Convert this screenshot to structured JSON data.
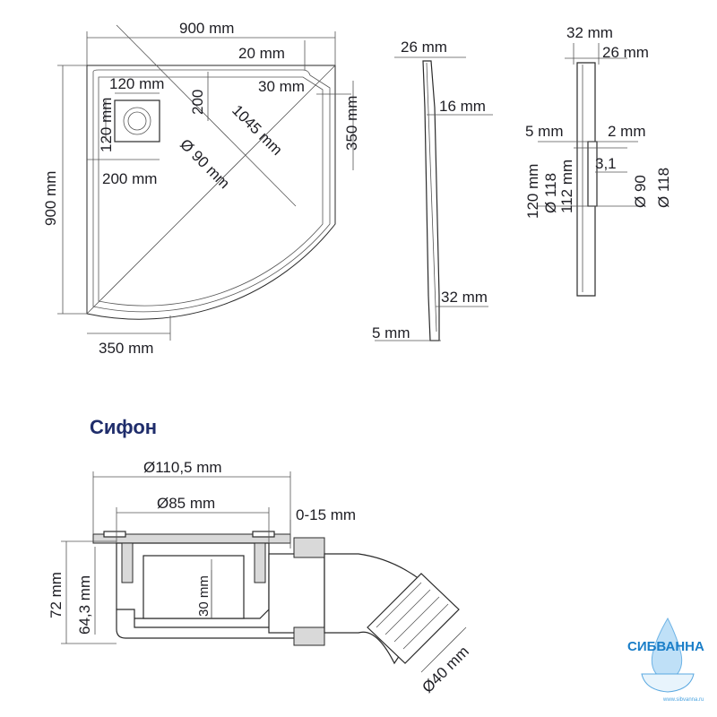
{
  "top_view": {
    "width": "900 mm",
    "height": "900 mm",
    "rim": "20 mm",
    "inner_rim": "30 mm",
    "straight_right": "350 mm",
    "straight_bottom": "350 mm",
    "diagonal": "1045 mm",
    "drain_box_w": "120 mm",
    "drain_box_h": "120 mm",
    "drain_offset_x": "200 mm",
    "drain_offset_y": "200",
    "drain_diameter": "Ø 90 mm"
  },
  "side_view": {
    "top_thickness": "26 mm",
    "plate": "16 mm",
    "bottom_height": "32 mm",
    "bottom_lip": "5 mm"
  },
  "section_view": {
    "total": "32 mm",
    "plate": "26 mm",
    "lip": "5 mm",
    "gap": "2 mm",
    "height_a": "120 mm",
    "diam_a": "Ø 118",
    "height_b": "112 mm",
    "slope": "3,1",
    "diam_b": "Ø 90",
    "diam_c": "Ø 118"
  },
  "siphon": {
    "title": "Сифон",
    "outer_diameter": "Ø110,5 mm",
    "inner_diameter": "Ø85 mm",
    "adjust": "0-15 mm",
    "height_total": "72 mm",
    "height_body": "64,3 mm",
    "inner_depth": "30 mm",
    "outlet": "Ø40 mm"
  },
  "logo": {
    "name": "СИБВАННА",
    "url": "www.sibvanna.ru"
  },
  "colors": {
    "title": "#1f2d6b",
    "logo": "#1a7ec8",
    "line": "#2a2a2a"
  }
}
